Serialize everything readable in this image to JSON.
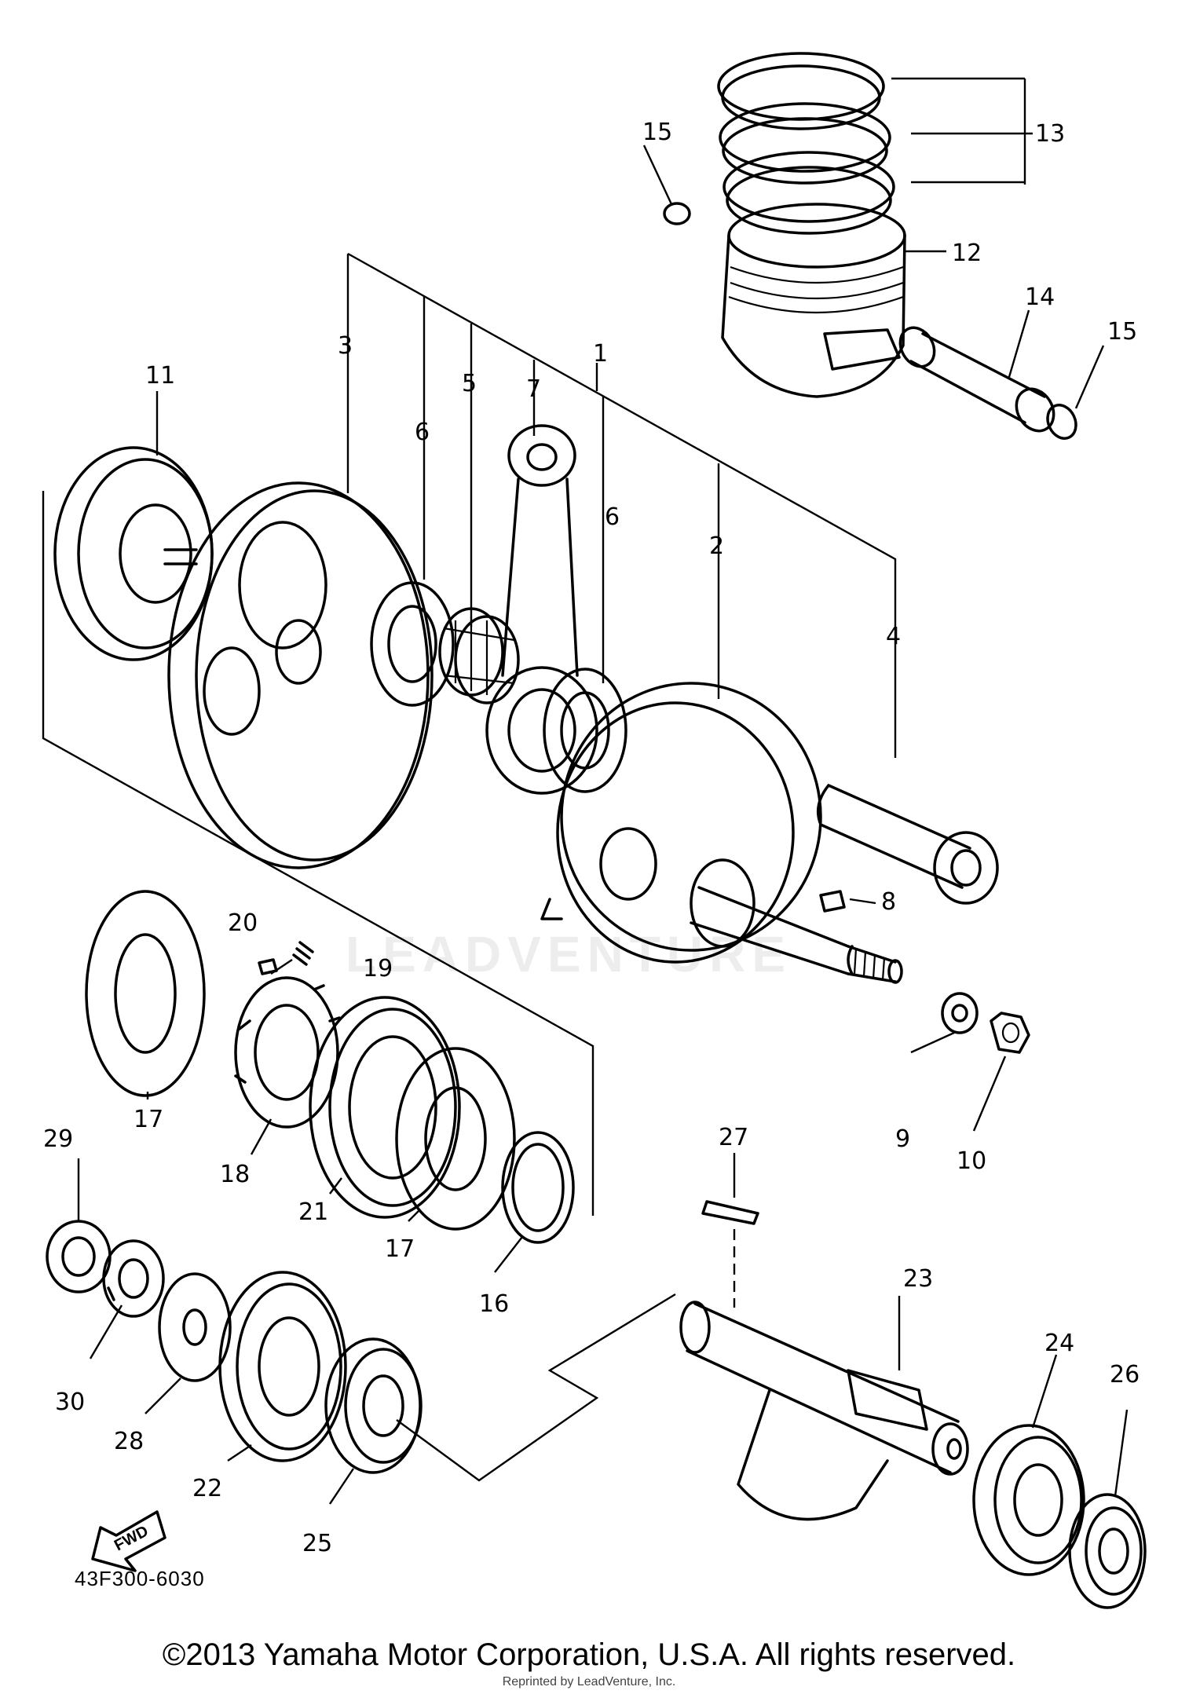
{
  "callouts": {
    "c1": "1",
    "c2": "2",
    "c3": "3",
    "c4": "4",
    "c5": "5",
    "c6a": "6",
    "c6b": "6",
    "c7": "7",
    "c8": "8",
    "c9": "9",
    "c10": "10",
    "c11": "11",
    "c12": "12",
    "c13": "13",
    "c14": "14",
    "c15a": "15",
    "c15b": "15",
    "c16": "16",
    "c17a": "17",
    "c17b": "17",
    "c18": "18",
    "c19": "19",
    "c20": "20",
    "c21": "21",
    "c22": "22",
    "c23": "23",
    "c24": "24",
    "c25": "25",
    "c26": "26",
    "c27": "27",
    "c28": "28",
    "c29": "29",
    "c30": "30"
  },
  "fwd_label": "FWD",
  "drawing_code": "43F300-6030",
  "copyright": "©2013 Yamaha Motor Corporation, U.S.A. All rights reserved.",
  "reprint_note": "Reprinted by LeadVenture, Inc.",
  "watermark": "LEADVENTURE",
  "colors": {
    "line": "#000000",
    "background": "#ffffff"
  }
}
